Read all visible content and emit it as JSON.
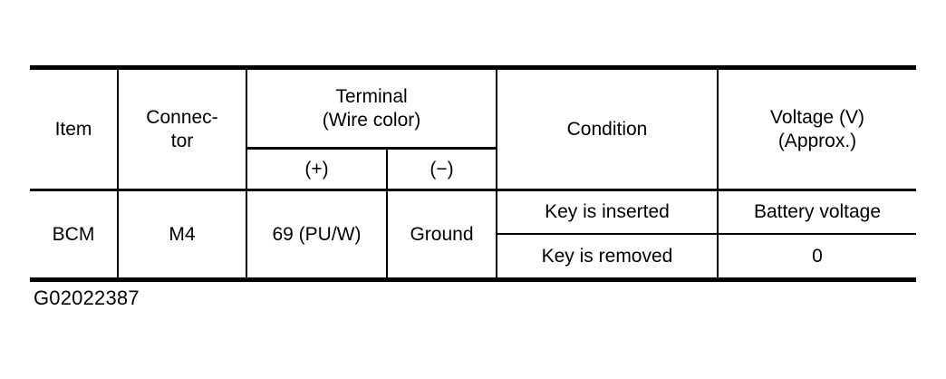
{
  "table": {
    "headers": {
      "item": "Item",
      "connector": "Connec-\ntor",
      "terminal_group_line1": "Terminal",
      "terminal_group_line2": "(Wire color)",
      "terminal_positive": "(+)",
      "terminal_negative": "(−)",
      "condition": "Condition",
      "voltage_line1": "Voltage (V)",
      "voltage_line2": "(Approx.)"
    },
    "rows": [
      {
        "item": "BCM",
        "connector": "M4",
        "terminal_positive": "69 (PU/W)",
        "terminal_negative": "Ground",
        "measurements": [
          {
            "condition": "Key is inserted",
            "voltage": "Battery voltage"
          },
          {
            "condition": "Key is removed",
            "voltage": "0"
          }
        ]
      }
    ]
  },
  "caption": "G02022387",
  "colors": {
    "background": "#ffffff",
    "foreground": "#000000"
  }
}
